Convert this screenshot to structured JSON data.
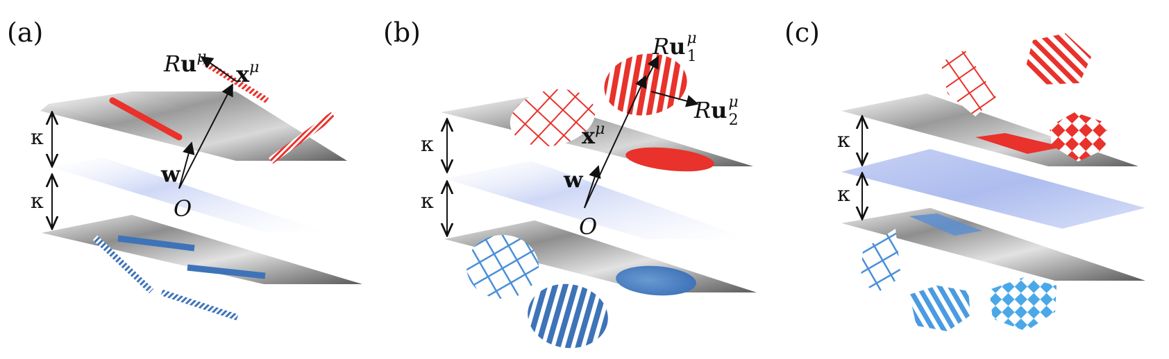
{
  "panels": [
    {
      "label": "(a)",
      "symbols": {
        "R": "R",
        "u": "u",
        "mu": "μ",
        "x": "x",
        "w": "w",
        "origin": "O",
        "kappa": "κ"
      }
    },
    {
      "label": "(b)",
      "symbols": {
        "R": "R",
        "u": "u",
        "mu": "μ",
        "sub1": "1",
        "sub2": "2",
        "x": "x",
        "w": "w",
        "origin": "O",
        "kappa": "κ"
      }
    },
    {
      "label": "(c)",
      "symbols": {
        "kappa": "κ"
      }
    }
  ],
  "colors": {
    "red_class": "#e8322b",
    "blue_class": "#4a7fc0",
    "light_blue_class": "#5aa6e6",
    "plane_gray": "#8c8c8c",
    "plane_blue": "#b8c6f0",
    "ink": "#111111"
  }
}
